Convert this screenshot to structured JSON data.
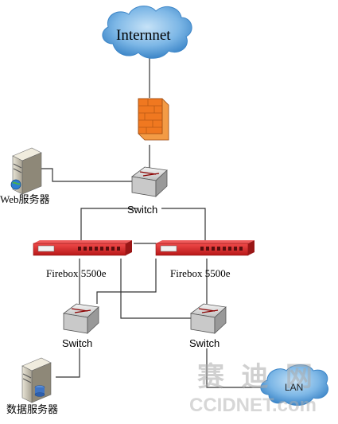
{
  "cloud_top": {
    "label": "Internnet"
  },
  "firewall": {
    "icon": "firewall-brick-icon",
    "color": "#f07820"
  },
  "web_server": {
    "label": "Web服务器",
    "icon": "server-tower-icon"
  },
  "core_switch": {
    "label": "Switch",
    "icon": "network-switch-icon"
  },
  "firebox_left": {
    "label": "Firebox 5500e",
    "color": "#d8262a"
  },
  "firebox_right": {
    "label": "Firebox 5500e",
    "color": "#d8262a"
  },
  "switch_left": {
    "label": "Switch",
    "icon": "network-switch-icon"
  },
  "switch_right": {
    "label": "Switch",
    "icon": "network-switch-icon"
  },
  "db_server": {
    "label": "数据服务器",
    "icon": "database-server-icon"
  },
  "cloud_lan": {
    "label": "LAN"
  },
  "watermark": {
    "top": "赛 迪 网",
    "bottom": "CCIDNET.com"
  },
  "colors": {
    "cloud": "#4f9ad8",
    "cloud_light": "#9ccaee",
    "line": "#333333"
  }
}
